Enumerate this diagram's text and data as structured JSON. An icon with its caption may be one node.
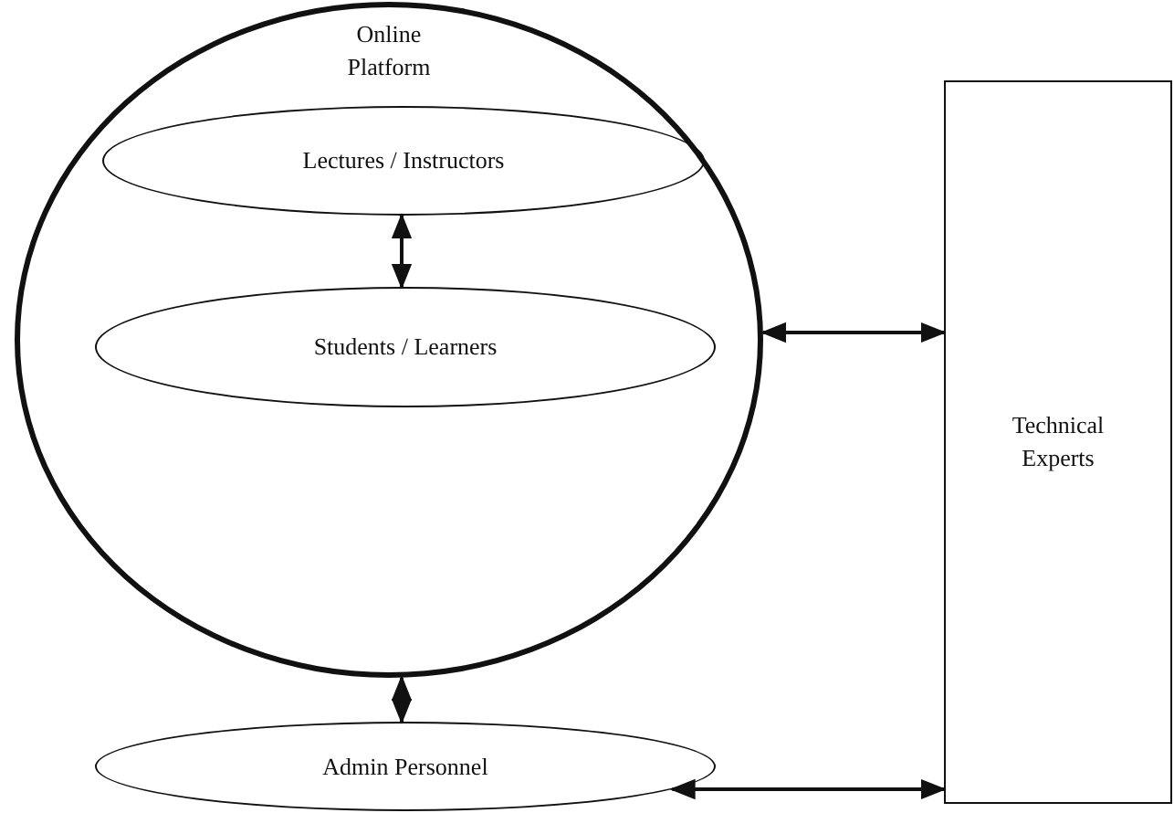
{
  "diagram": {
    "nodes": [
      {
        "text": [
          "Online Platform"
        ]
      },
      {
        "text": [
          "Lectures / Instructors"
        ],
        "in": 0
      },
      {
        "text": [
          "Students / Learners"
        ],
        "in": 0
      },
      {
        "text": [
          "Admin Personnel"
        ]
      },
      {
        "text": [
          "Technical Experts"
        ]
      }
    ],
    "edges": [
      {
        "from": 1,
        "to": 2,
        "arrow": "both"
      },
      {
        "from": 0,
        "to": 3,
        "arrow": "both"
      },
      {
        "from": 0,
        "to": 4,
        "arrow": "both"
      },
      {
        "from": 3,
        "to": 4,
        "arrow": "both"
      }
    ]
  }
}
